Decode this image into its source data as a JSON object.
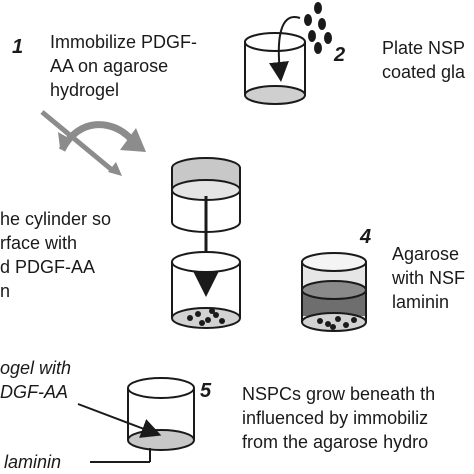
{
  "steps": {
    "s1": {
      "number": "1",
      "lines": [
        "Immobilize PDGF-",
        "AA on agarose",
        "hydrogel"
      ]
    },
    "s2": {
      "number": "2",
      "lines": [
        "Plate NSP",
        "coated gla"
      ]
    },
    "s3": {
      "lines": [
        "he cylinder so",
        "rface with",
        "d PDGF-AA",
        "n"
      ]
    },
    "s4": {
      "number": "4",
      "lines": [
        "Agarose",
        "with NSF",
        "laminin"
      ]
    },
    "s5": {
      "number": "5",
      "lines": [
        "NSPCs grow beneath th",
        "influenced by immobiliz",
        "from the agarose hydro"
      ]
    }
  },
  "labels": {
    "hydrogel": [
      "ogel with",
      "DGF-AA"
    ],
    "laminin": "laminin"
  },
  "colors": {
    "ink": "#1a1a1a",
    "gel_light": "#c8c8c8",
    "gel_dark": "#6e6e6e",
    "arrow_gray": "#8c8c8c"
  }
}
